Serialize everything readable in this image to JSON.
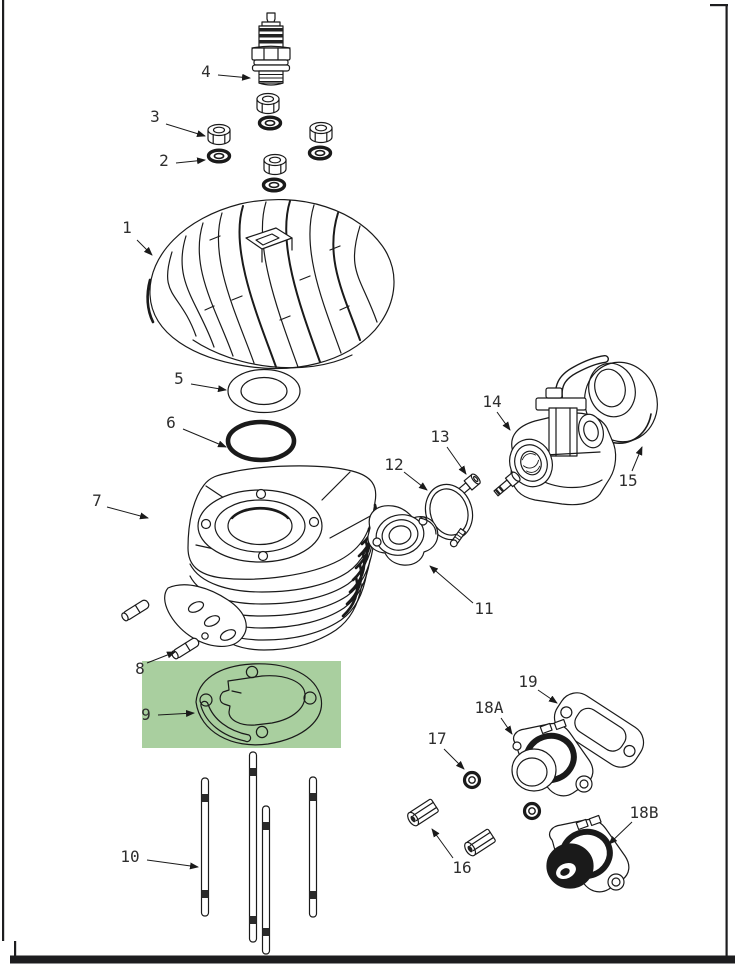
{
  "diagram": {
    "type": "exploded-parts-diagram",
    "highlight": {
      "color": "#a9cf9f",
      "part_id": "9"
    },
    "line_color": "#1a1a1a",
    "callouts": [
      {
        "id": "1",
        "text": "1"
      },
      {
        "id": "2",
        "text": "2"
      },
      {
        "id": "3",
        "text": "3"
      },
      {
        "id": "4",
        "text": "4"
      },
      {
        "id": "5",
        "text": "5"
      },
      {
        "id": "6",
        "text": "6"
      },
      {
        "id": "7",
        "text": "7"
      },
      {
        "id": "8",
        "text": "8"
      },
      {
        "id": "9",
        "text": "9"
      },
      {
        "id": "10",
        "text": "10"
      },
      {
        "id": "11",
        "text": "11"
      },
      {
        "id": "12",
        "text": "12"
      },
      {
        "id": "13",
        "text": "13"
      },
      {
        "id": "14",
        "text": "14"
      },
      {
        "id": "15",
        "text": "15"
      },
      {
        "id": "16",
        "text": "16"
      },
      {
        "id": "17",
        "text": "17"
      },
      {
        "id": "18A",
        "text": "18A"
      },
      {
        "id": "18B",
        "text": "18B"
      },
      {
        "id": "19",
        "text": "19"
      }
    ]
  }
}
